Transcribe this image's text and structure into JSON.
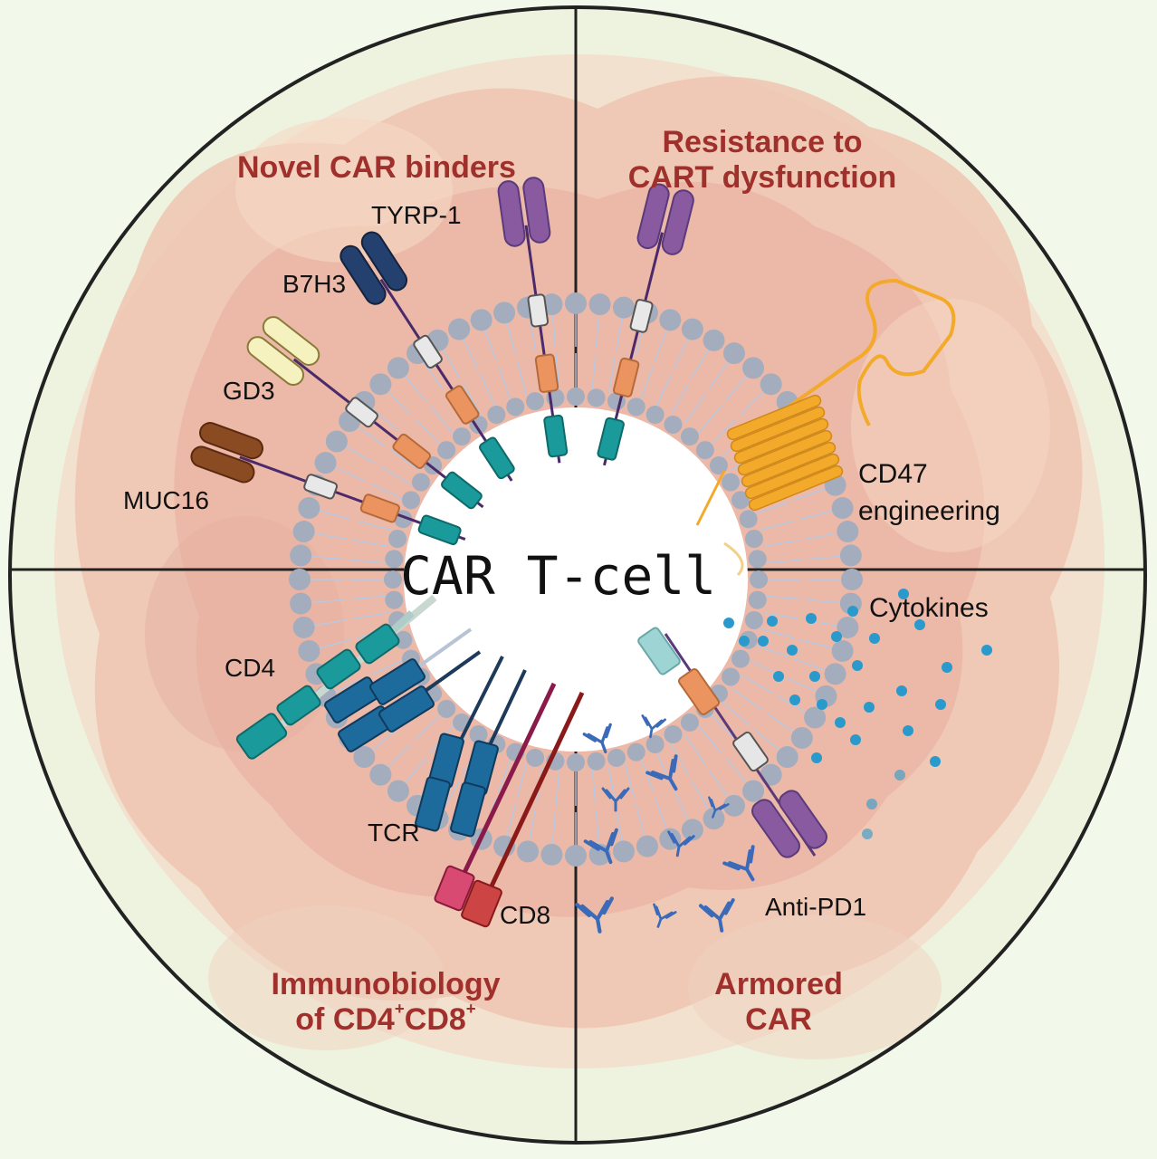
{
  "center_label": "CAR T-cell",
  "quadrants": {
    "top_left": {
      "title": "Novel CAR binders"
    },
    "top_right": {
      "title_line1": "Resistance to",
      "title_line2": "CART dysfunction"
    },
    "bottom_left": {
      "title_line1": "Immunobiology",
      "title_line2_prefix": "of CD4",
      "title_sup1": "+",
      "title_mid": "CD8",
      "title_sup2": "+"
    },
    "bottom_right": {
      "title_line1": "Armored",
      "title_line2": "CAR"
    }
  },
  "labels": {
    "tyrp1": "TYRP-1",
    "b7h3": "B7H3",
    "gd3": "GD3",
    "muc16": "MUC16",
    "cd47_line1": "CD47",
    "cd47_line2": "engineering",
    "cytokines": "Cytokines",
    "cd4": "CD4",
    "tcr": "TCR",
    "cd8": "CD8",
    "anti_pd1": "Anti-PD1"
  },
  "colors": {
    "background": "#f2f8ea",
    "title_red": "#a0302c",
    "membrane_head": "#a3adbd",
    "tail": "#b8c8e0",
    "teal": "#1a9a9a",
    "orange": "#ec9460",
    "purple": "#8a5aa0",
    "navy": "#24406e",
    "pale_yellow": "#f5f2c0",
    "brown": "#8a4a22",
    "cd47_orange": "#f3aa2a",
    "tcr_blue": "#1d6a9c",
    "cd8_red": "#c9434a",
    "antibody_blue": "#3a6ab8",
    "cytokine_blue": "#2a9acc"
  }
}
